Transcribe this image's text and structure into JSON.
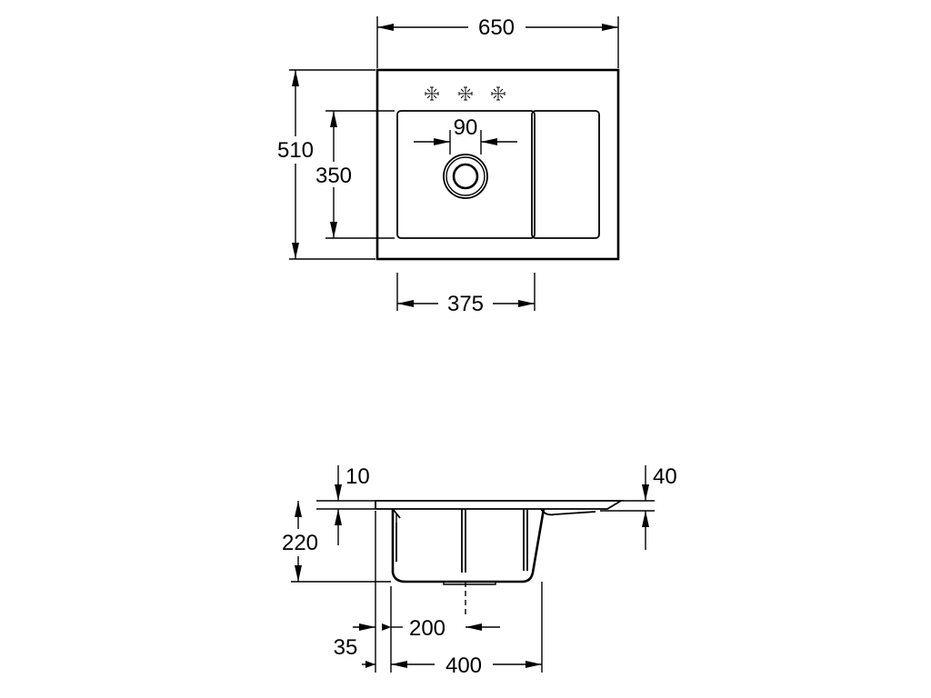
{
  "top_view": {
    "overall_width": "650",
    "overall_depth": "510",
    "bowl_depth": "350",
    "bowl_width": "375",
    "drain_diameter": "90"
  },
  "side_view": {
    "rim_thickness": "10",
    "overall_height": "220",
    "drainer_height": "40",
    "drain_offset": "200",
    "edge_offset": "35",
    "bowl_width": "400"
  }
}
